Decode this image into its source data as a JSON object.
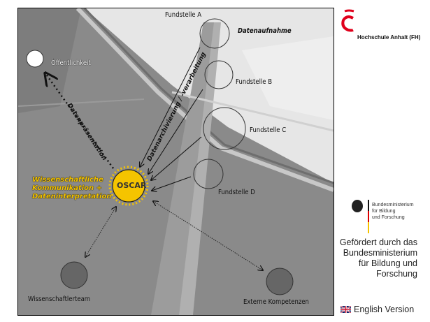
{
  "diagram": {
    "sites": [
      "Fundstelle A",
      "Fundstelle B",
      "Fundstelle C",
      "Fundstelle D"
    ],
    "data_capture": "Datenaufnahme",
    "archiving": "Datenarchivierung / -verarbeitung",
    "presentation": "Datenpräsentation",
    "public": "Öffentlichkeit",
    "center": "OSCAR",
    "center_caption": [
      "Wissenschaftliche",
      "Kommunikation +",
      "Dateninterpretation"
    ],
    "team": "Wissenschaftlerteam",
    "external": "Externe Kompetenzen"
  },
  "sidebar": {
    "university": "Hochschule Anhalt (FH)",
    "ministry_logo": [
      "Bundesministerium",
      "für Bildung",
      "und Forschung"
    ],
    "funded_by": [
      "Gefördert durch das",
      "Bundesministerium",
      "für Bildung und",
      "Forschung"
    ],
    "english_link": "English Version"
  },
  "colors": {
    "accent_red": "#e0001b",
    "oscar_yellow": "#f5c400"
  }
}
